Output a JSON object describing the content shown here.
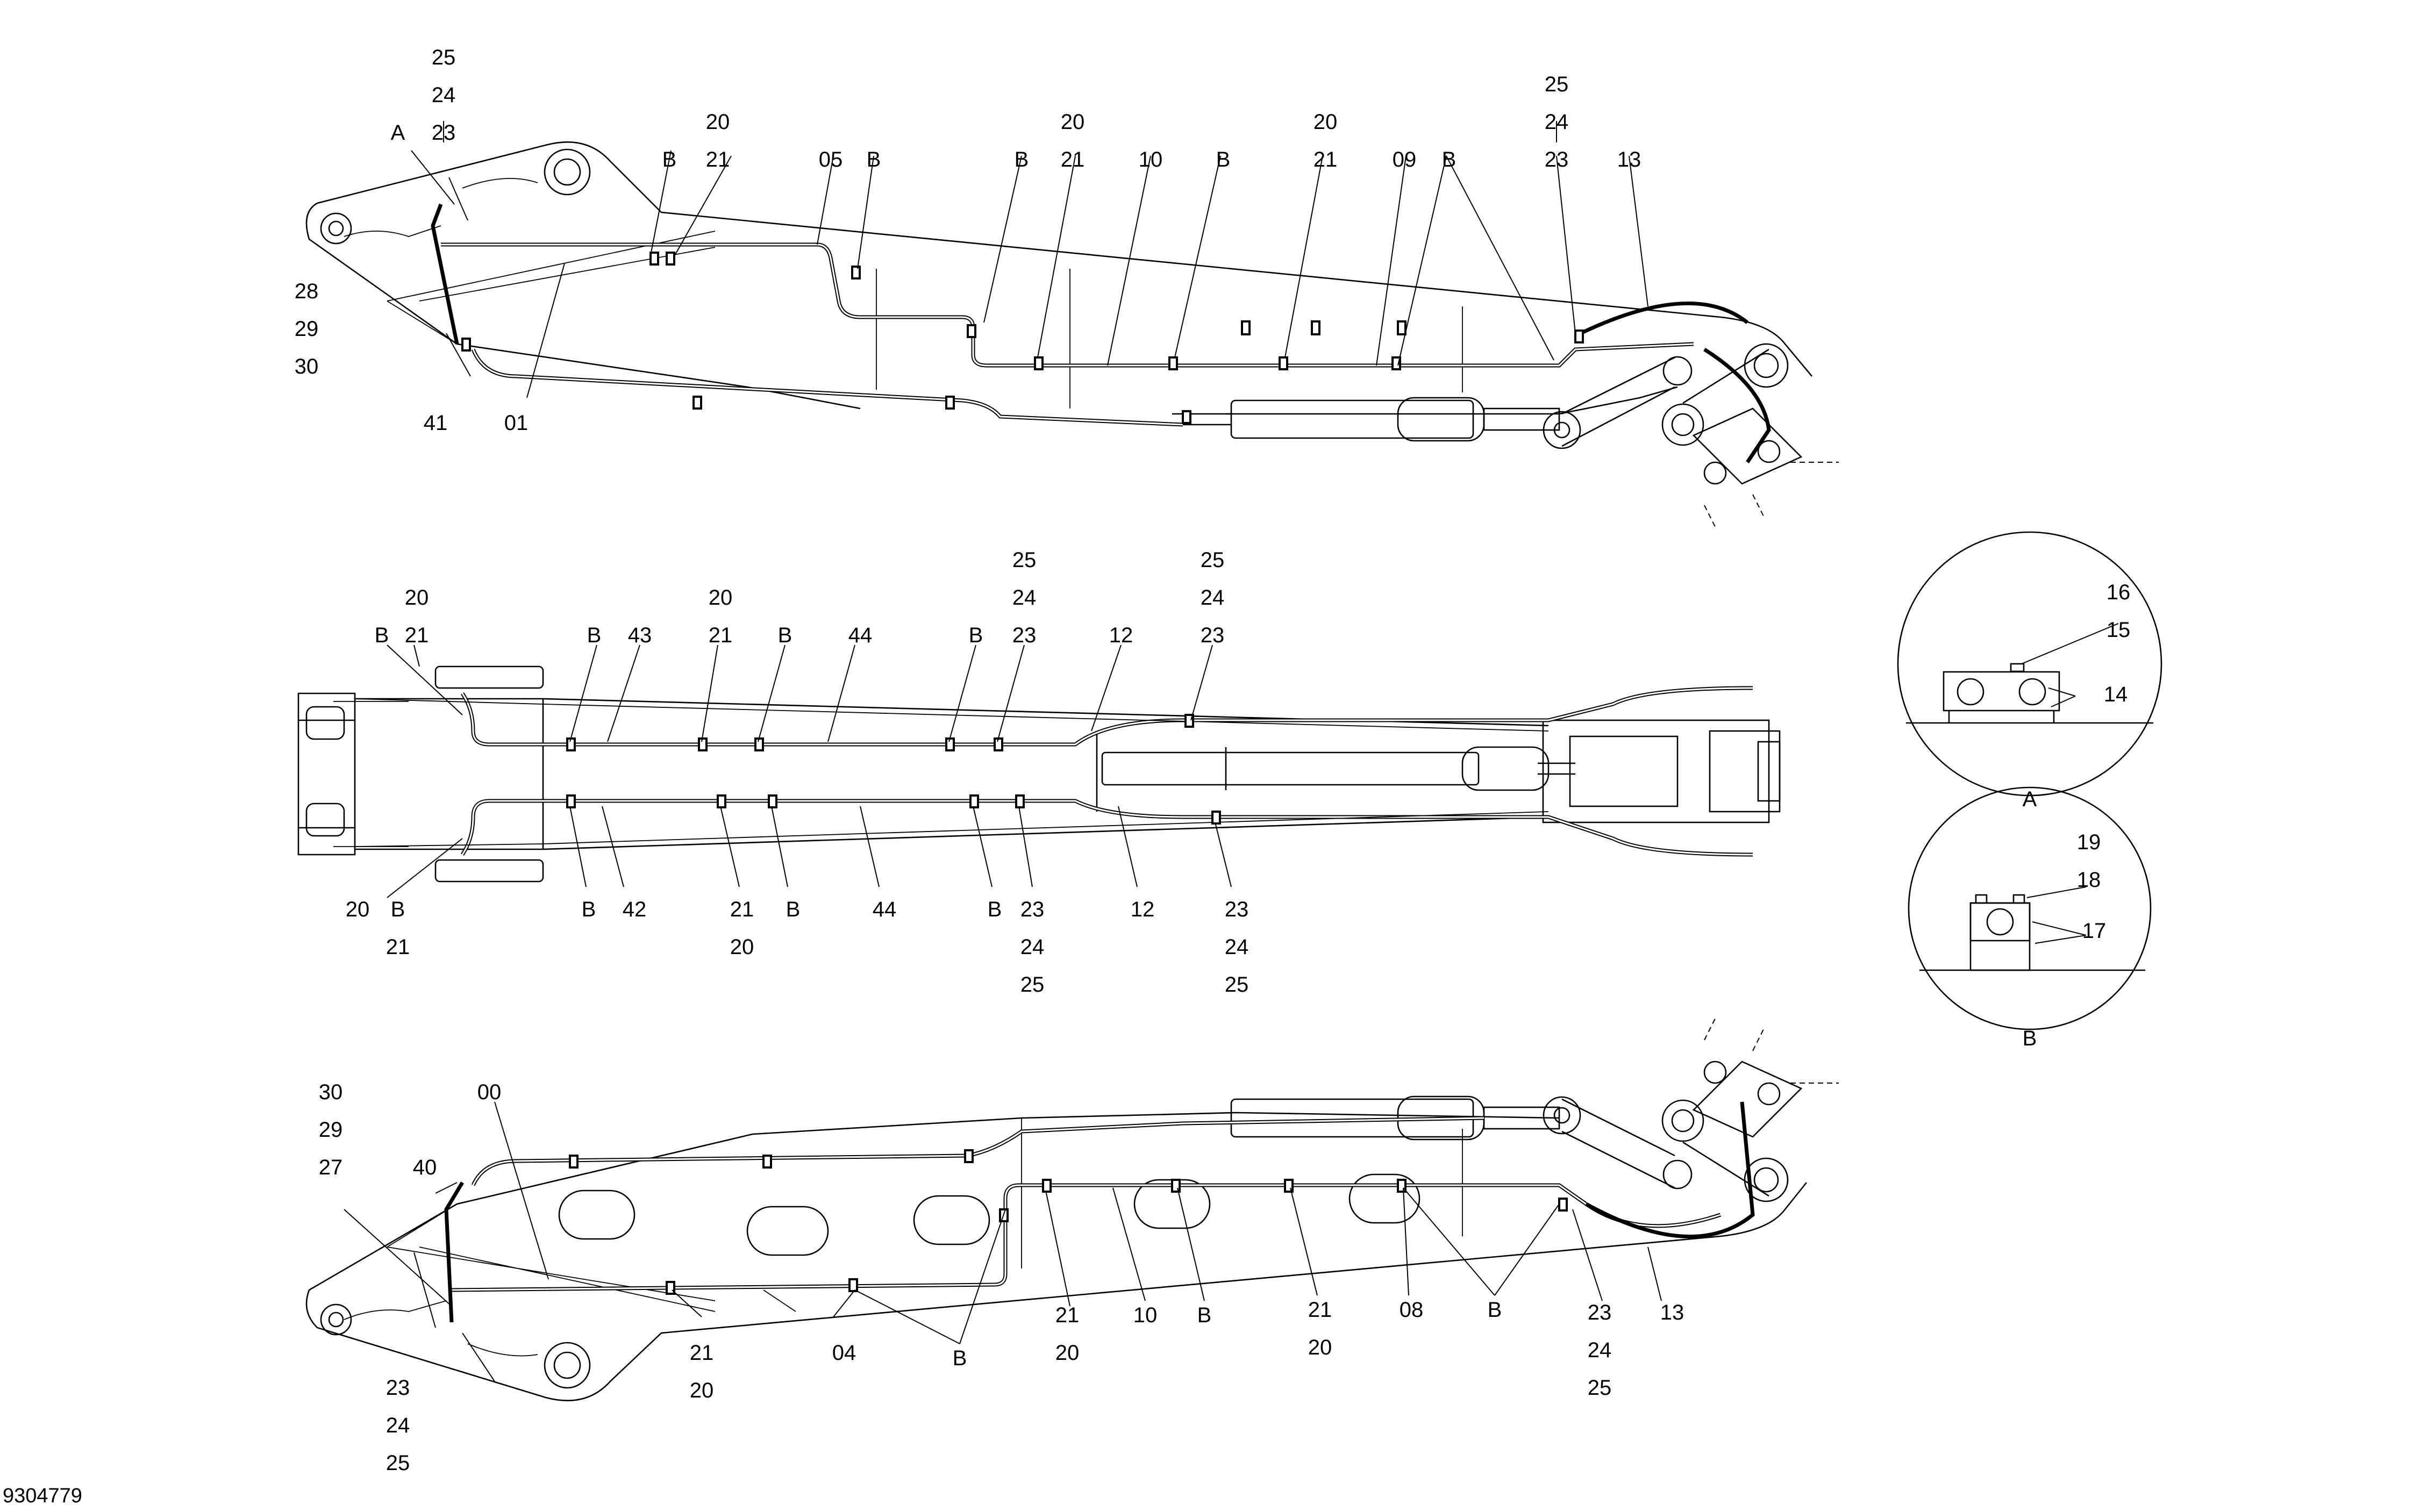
{
  "drawing_number": "9304779",
  "views": {
    "side_top": {
      "labels": [
        "A",
        "25",
        "24",
        "23",
        "20",
        "21",
        "B",
        "05",
        "B",
        "B",
        "20",
        "21",
        "10",
        "B",
        "20",
        "21",
        "09",
        "B",
        "25",
        "24",
        "23",
        "13",
        "28",
        "29",
        "30",
        "41",
        "01"
      ]
    },
    "plan": {
      "labels": [
        "20",
        "21",
        "B",
        "B",
        "43",
        "20",
        "21",
        "B",
        "44",
        "25",
        "24",
        "23",
        "B",
        "25",
        "24",
        "23",
        "12",
        "B",
        "21",
        "20",
        "B",
        "42",
        "21",
        "20",
        "B",
        "44",
        "B",
        "23",
        "24",
        "25",
        "12",
        "23",
        "24",
        "25"
      ]
    },
    "side_bottom": {
      "labels": [
        "30",
        "29",
        "27",
        "00",
        "40",
        "23",
        "24",
        "25",
        "21",
        "20",
        "04",
        "B",
        "21",
        "20",
        "10",
        "B",
        "21",
        "20",
        "08",
        "B",
        "23",
        "24",
        "25",
        "13"
      ]
    }
  },
  "detail_A": {
    "title": "A",
    "labels": [
      "16",
      "15",
      "14"
    ]
  },
  "detail_B": {
    "title": "B",
    "labels": [
      "19",
      "18",
      "17"
    ]
  }
}
